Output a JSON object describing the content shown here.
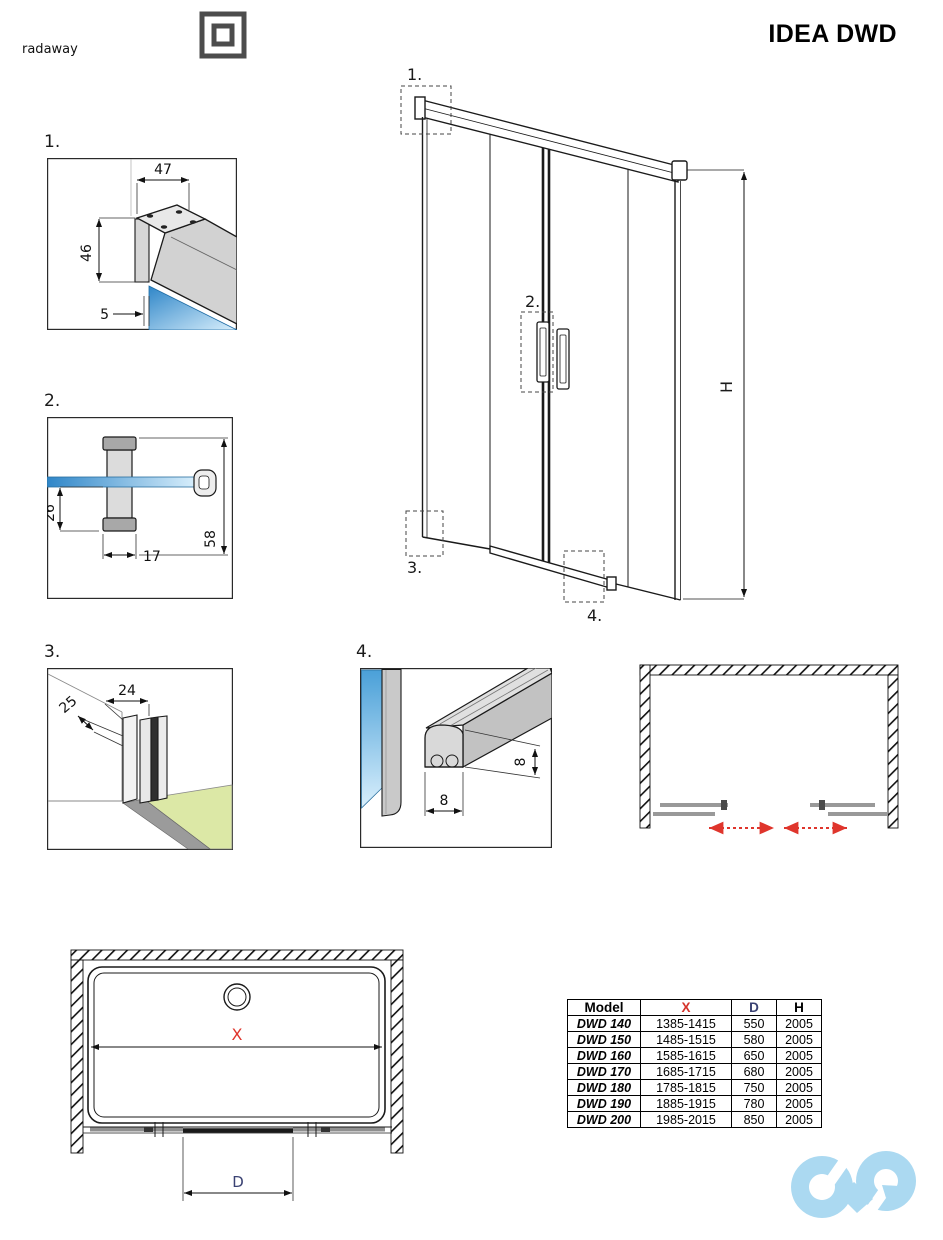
{
  "header": {
    "brand": "radaway",
    "title": "IDEA DWD"
  },
  "callouts": {
    "c1": "1.",
    "c2": "2.",
    "c3": "3.",
    "c4": "4."
  },
  "elevation": {
    "height_label": "H"
  },
  "details": {
    "d1": {
      "label": "1.",
      "dim_top": "47",
      "dim_side": "46",
      "dim_glass": "5"
    },
    "d2": {
      "label": "2.",
      "dim_offset": "26",
      "dim_width": "17",
      "dim_total": "58"
    },
    "d3": {
      "label": "3.",
      "dim_depth": "25",
      "dim_width": "24"
    },
    "d4": {
      "label": "4.",
      "dim_width": "8",
      "dim_height": "8"
    }
  },
  "plan": {
    "width_label": "X",
    "door_label": "D"
  },
  "table": {
    "headers": {
      "model": "Model",
      "x": "X",
      "d": "D",
      "h": "H"
    },
    "rows": [
      {
        "model": "DWD 140",
        "x": "1385-1415",
        "d": "550",
        "h": "2005"
      },
      {
        "model": "DWD 150",
        "x": "1485-1515",
        "d": "580",
        "h": "2005"
      },
      {
        "model": "DWD 160",
        "x": "1585-1615",
        "d": "650",
        "h": "2005"
      },
      {
        "model": "DWD 170",
        "x": "1685-1715",
        "d": "680",
        "h": "2005"
      },
      {
        "model": "DWD 180",
        "x": "1785-1815",
        "d": "750",
        "h": "2005"
      },
      {
        "model": "DWD 190",
        "x": "1885-1915",
        "d": "780",
        "h": "2005"
      },
      {
        "model": "DWD 200",
        "x": "1985-2015",
        "d": "850",
        "h": "2005"
      }
    ]
  },
  "colors": {
    "dim_red": "#df352c",
    "dim_navy": "#3a4273",
    "glass_blue": "#4aa0d8",
    "floor_green": "#dce8a6",
    "logo_gray": "#4c4c4c",
    "watermark_blue": "#abd9f1"
  }
}
